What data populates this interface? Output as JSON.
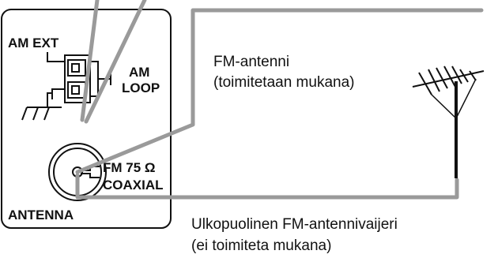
{
  "panel": {
    "am_ext": "AM EXT",
    "am": "AM",
    "loop": "LOOP",
    "fm_label": "FM 75 Ω",
    "coaxial": "COAXIAL",
    "antenna": "ANTENNA"
  },
  "callouts": {
    "fm_antenna_line1": "FM-antenni",
    "fm_antenna_line2": "(toimitetaan mukana)",
    "external_line1": "Ulkopuolinen FM-antennivaijeri",
    "external_line2": "(ei toimiteta mukana)"
  },
  "colors": {
    "cable": "#9a9a9a",
    "line": "#111111",
    "panel_border": "#111111"
  }
}
